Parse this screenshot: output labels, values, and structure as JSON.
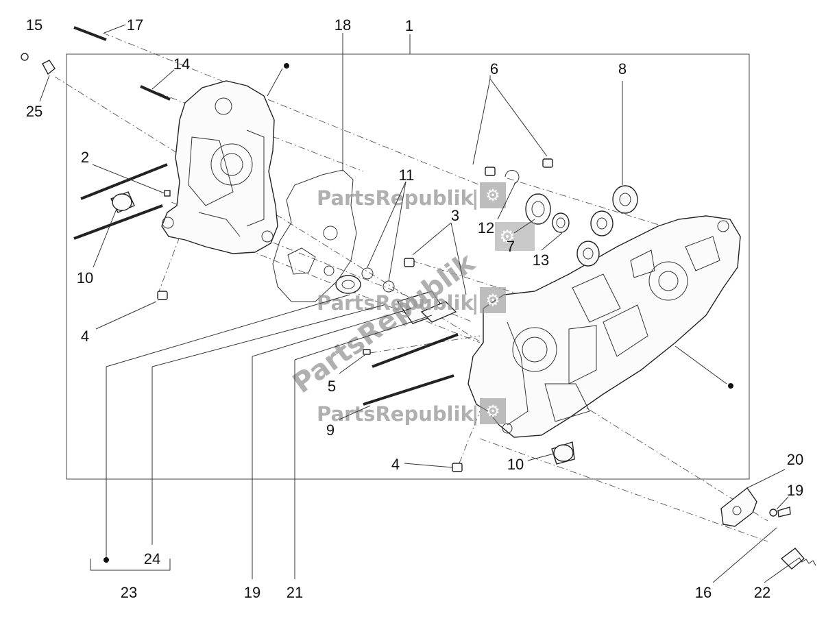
{
  "watermark": {
    "brand": "PartsRepublik",
    "separator": "|"
  },
  "callouts": {
    "c1": "1",
    "c2": "2",
    "c3": "3",
    "c4a": "4",
    "c4b": "4",
    "c5": "5",
    "c6": "6",
    "c7": "7",
    "c8": "8",
    "c9": "9",
    "c10a": "10",
    "c10b": "10",
    "c11": "11",
    "c12": "12",
    "c13": "13",
    "c14": "14",
    "c15": "15",
    "c16": "16",
    "c17": "17",
    "c18": "18",
    "c19a": "19",
    "c19b": "19",
    "c20": "20",
    "c21": "21",
    "c22": "22",
    "c23": "23",
    "c24": "24",
    "c25": "25"
  }
}
